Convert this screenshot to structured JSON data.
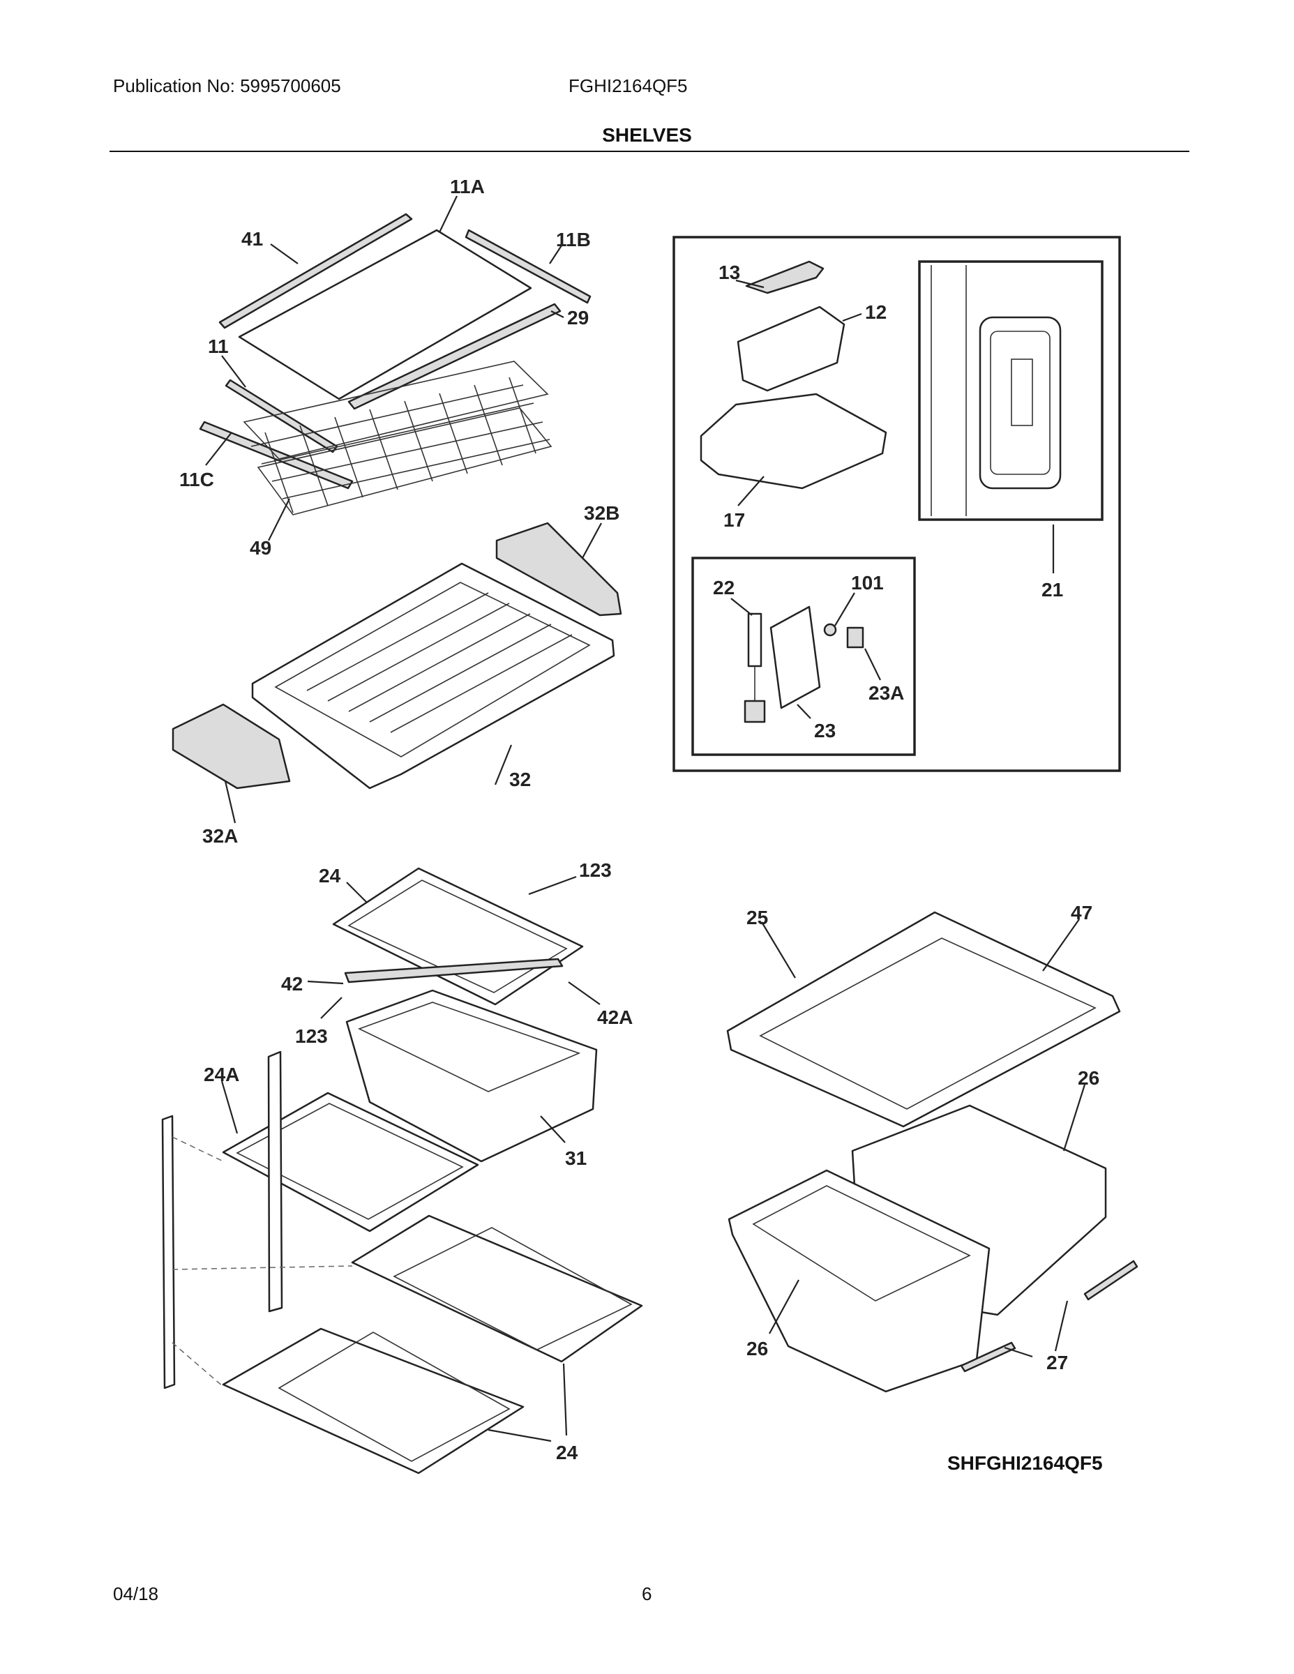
{
  "header": {
    "publication": "Publication No: 5995700605",
    "model": "FGHI2164QF5",
    "title": "SHELVES"
  },
  "callouts": {
    "c11A": "11A",
    "c41": "41",
    "c11B": "11B",
    "c29": "29",
    "c11": "11",
    "c11C": "11C",
    "c49": "49",
    "c32B": "32B",
    "c32": "32",
    "c32A": "32A",
    "c13": "13",
    "c12": "12",
    "c17": "17",
    "c21": "21",
    "c22": "22",
    "c101": "101",
    "c23A": "23A",
    "c23": "23",
    "c24_top": "24",
    "c123_top": "123",
    "c42": "42",
    "c42A": "42A",
    "c123_mid": "123",
    "c24A": "24A",
    "c31": "31",
    "c24_bottom": "24",
    "c25": "25",
    "c47": "47",
    "c26_right": "26",
    "c26_left": "26",
    "c27": "27"
  },
  "diagram_code": "SHFGHI2164QF5",
  "footer": {
    "date": "04/18",
    "page": "6"
  }
}
